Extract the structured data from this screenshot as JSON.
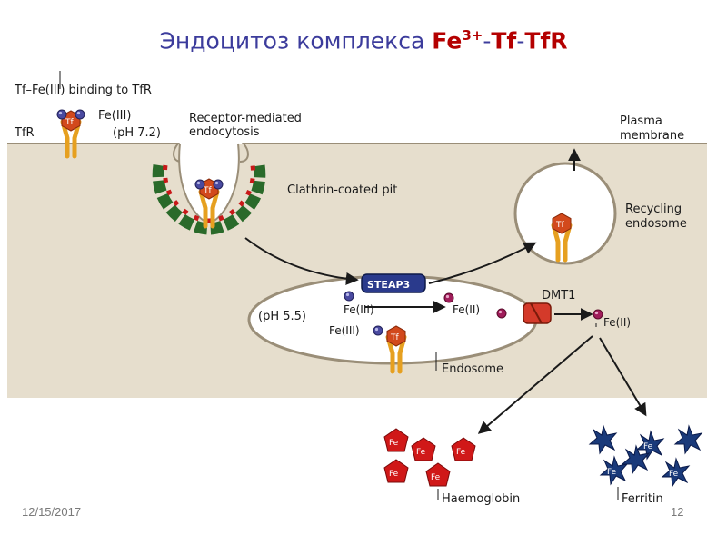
{
  "title": {
    "prefix": "Эндоцитоз комплекса ",
    "fe": "Fe",
    "charge": "3+",
    "dash1": "-",
    "tf": "Tf",
    "dash2": "-",
    "tfr": "TfR"
  },
  "diagram": {
    "binding_label": "Tf–Fe(III) binding to TfR",
    "tfr_label": "TfR",
    "fe3_top_label": "Fe(III)",
    "ph72_label": "(pH 7.2)",
    "rme_line1": "Receptor-mediated",
    "rme_line2": "endocytosis",
    "plasma_line1": "Plasma",
    "plasma_line2": "membrane",
    "clathrin_label": "Clathrin-coated pit",
    "recycling_line1": "Recycling",
    "recycling_line2": "endosome",
    "steap3_label": "STEAP3",
    "dmt1_label": "DMT1",
    "ph55_label": "(pH 5.5)",
    "fe3_endo_label": "Fe(III)",
    "fe3_endo_label2": "Fe(III)",
    "fe2_endo_label": "Fe(II)",
    "fe2_out_label": "Fe(II)",
    "endosome_label": "Endosome",
    "haemoglobin_label": "Haemoglobin",
    "ferritin_label": "Ferritin",
    "tf_badge": "Tf",
    "fe_badge": "Fe"
  },
  "footer": {
    "date": "12/15/2017",
    "page": "12"
  },
  "colors": {
    "title": "#3c3c9c",
    "title_highlight": "#b40000",
    "cytoplasm": "#e6decd",
    "receptor": "#e6a020",
    "transferrin": "#d2491c",
    "iron_sphere": "#4a4aa0",
    "clathrin_green": "#2a6a2a",
    "clathrin_red": "#c81818",
    "haemoglobin": "#d01818",
    "ferritin": "#1a3a7a",
    "steap3": "#2a3a8c",
    "fe2_sphere": "#a01c5a"
  }
}
